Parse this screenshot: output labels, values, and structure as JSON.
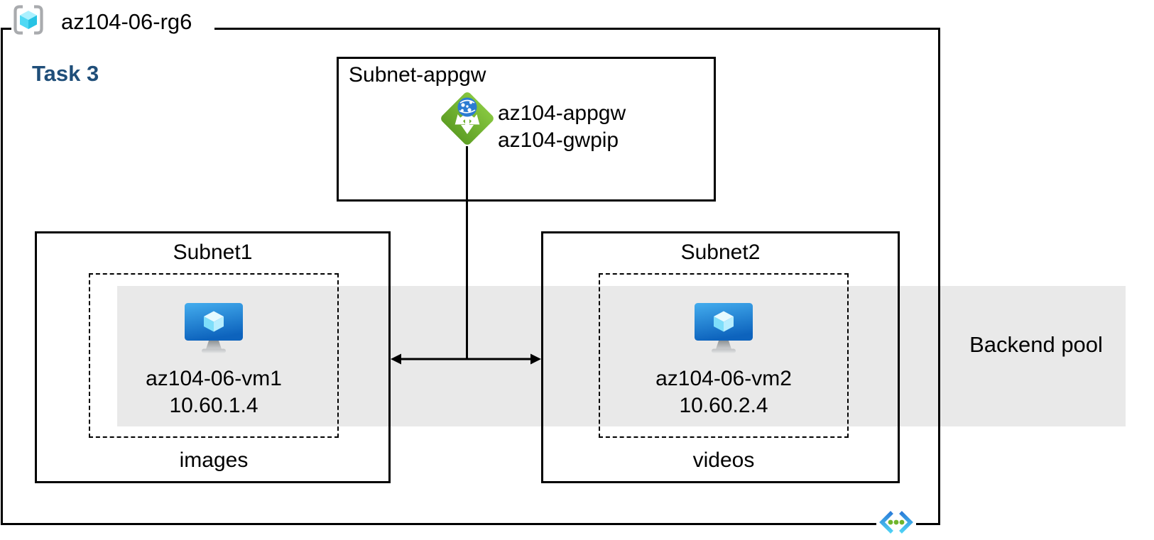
{
  "resource_group": {
    "name": "az104-06-rg6"
  },
  "task": {
    "label": "Task 3"
  },
  "appgw_subnet": {
    "title": "Subnet-appgw",
    "gateway_name": "az104-appgw",
    "gateway_pip": "az104-gwpip"
  },
  "subnet1": {
    "title": "Subnet1",
    "vm_name": "az104-06-vm1",
    "vm_ip": "10.60.1.4",
    "caption": "images"
  },
  "subnet2": {
    "title": "Subnet2",
    "vm_name": "az104-06-vm2",
    "vm_ip": "10.60.2.4",
    "caption": "videos"
  },
  "backend_pool": {
    "label": "Backend pool"
  },
  "icons": {
    "resource_group": "resource-group-icon",
    "application_gateway": "application-gateway-icon",
    "virtual_machine": "virtual-machine-icon",
    "virtual_network": "virtual-network-icon"
  },
  "colors": {
    "task_heading": "#1F4E79",
    "backend_pool_band": "#E9E9E9",
    "appgw_green": "#6FB52C",
    "vm_monitor_blue": "#1072C6",
    "cube_cyan": "#50E6FF",
    "vnet_chevron_blue": "#2B7CD8",
    "vnet_chevron_cyan": "#4FD2F5",
    "vnet_dot_green": "#6FB52C",
    "bracket_gray": "#A9ABAE",
    "line_black": "#000000"
  }
}
